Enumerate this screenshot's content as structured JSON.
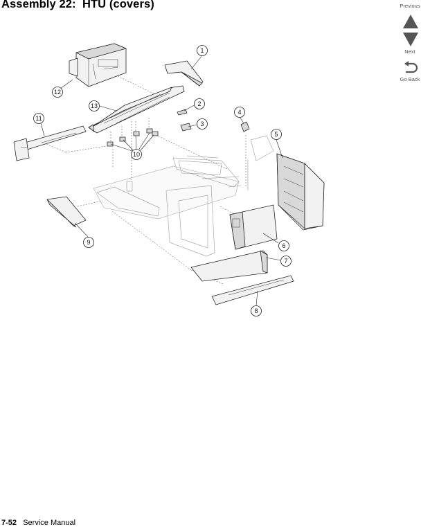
{
  "page": {
    "title": "Assembly 22:  HTU (covers)",
    "page_number": "7-52",
    "manual_name": "Service Manual"
  },
  "navigation": {
    "previous_label": "Previous",
    "next_label": "Next",
    "go_back_label": "Go Back",
    "previous_icon": "triangle-up-icon",
    "next_icon": "triangle-down-icon",
    "go_back_icon": "return-arrow-icon"
  },
  "diagram": {
    "callouts": [
      "1",
      "2",
      "3",
      "4",
      "5",
      "6",
      "7",
      "8",
      "9",
      "10",
      "11",
      "12",
      "13"
    ]
  },
  "colors": {
    "nav_button": "#555555",
    "frame": "#aaaaaa",
    "part_fill": "#f2f2f2"
  }
}
